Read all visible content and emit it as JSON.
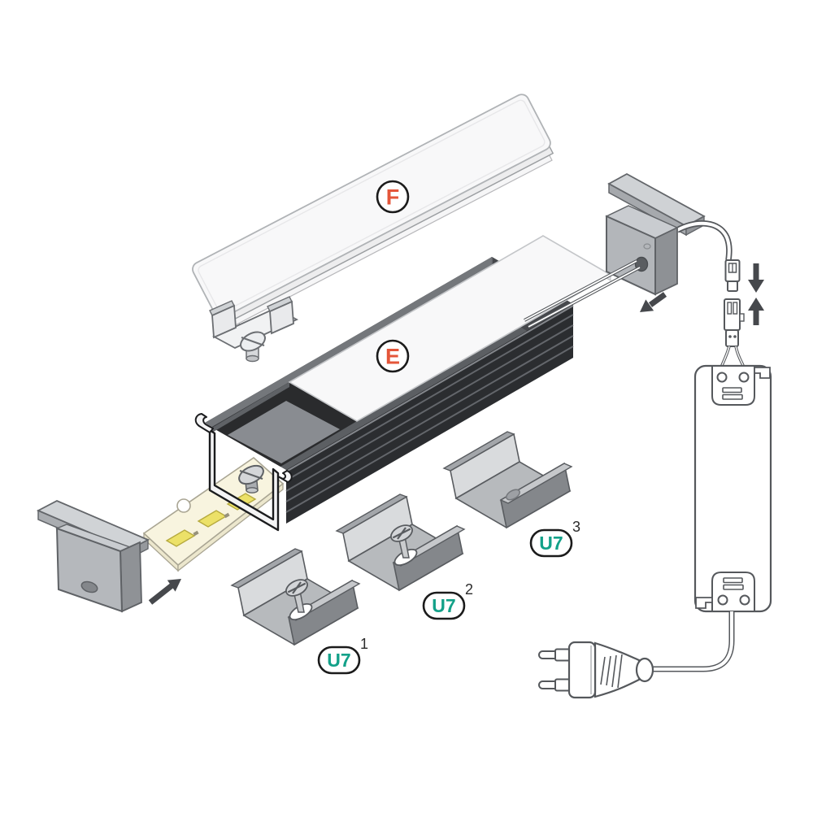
{
  "diagram": {
    "background": "#ffffff",
    "callouts": {
      "cover": {
        "text": "F",
        "color": "#e4563a",
        "ring": "#1b1b1b"
      },
      "profile": {
        "text": "E",
        "color": "#e4563a",
        "ring": "#1b1b1b"
      }
    },
    "bracket_labels": {
      "text_color": "#13a189",
      "ring": "#1b1b1b",
      "items": [
        {
          "code": "U7",
          "sup": "1"
        },
        {
          "code": "U7",
          "sup": "2"
        },
        {
          "code": "U7",
          "sup": "3"
        }
      ]
    },
    "colors": {
      "outline": "#55585c",
      "arrow": "#46484c",
      "profile_dark": "#2b2d30",
      "cover_white": "#f8f8f9",
      "metal_light": "#b7babd",
      "led_strip": "#f8f4df",
      "led_chip": "#ece168"
    },
    "parts": [
      {
        "id": "diffuser-cover",
        "callout": "F"
      },
      {
        "id": "aluminium-profile",
        "callout": "E"
      },
      {
        "id": "led-strip"
      },
      {
        "id": "end-cap-left"
      },
      {
        "id": "end-cap-with-cable"
      },
      {
        "id": "mounting-bracket-1",
        "label": "U7",
        "sup": "1"
      },
      {
        "id": "mounting-bracket-2",
        "label": "U7",
        "sup": "2"
      },
      {
        "id": "mounting-bracket-3",
        "label": "U7",
        "sup": "3"
      },
      {
        "id": "connector-pair"
      },
      {
        "id": "led-driver"
      },
      {
        "id": "eu-plug"
      }
    ]
  }
}
